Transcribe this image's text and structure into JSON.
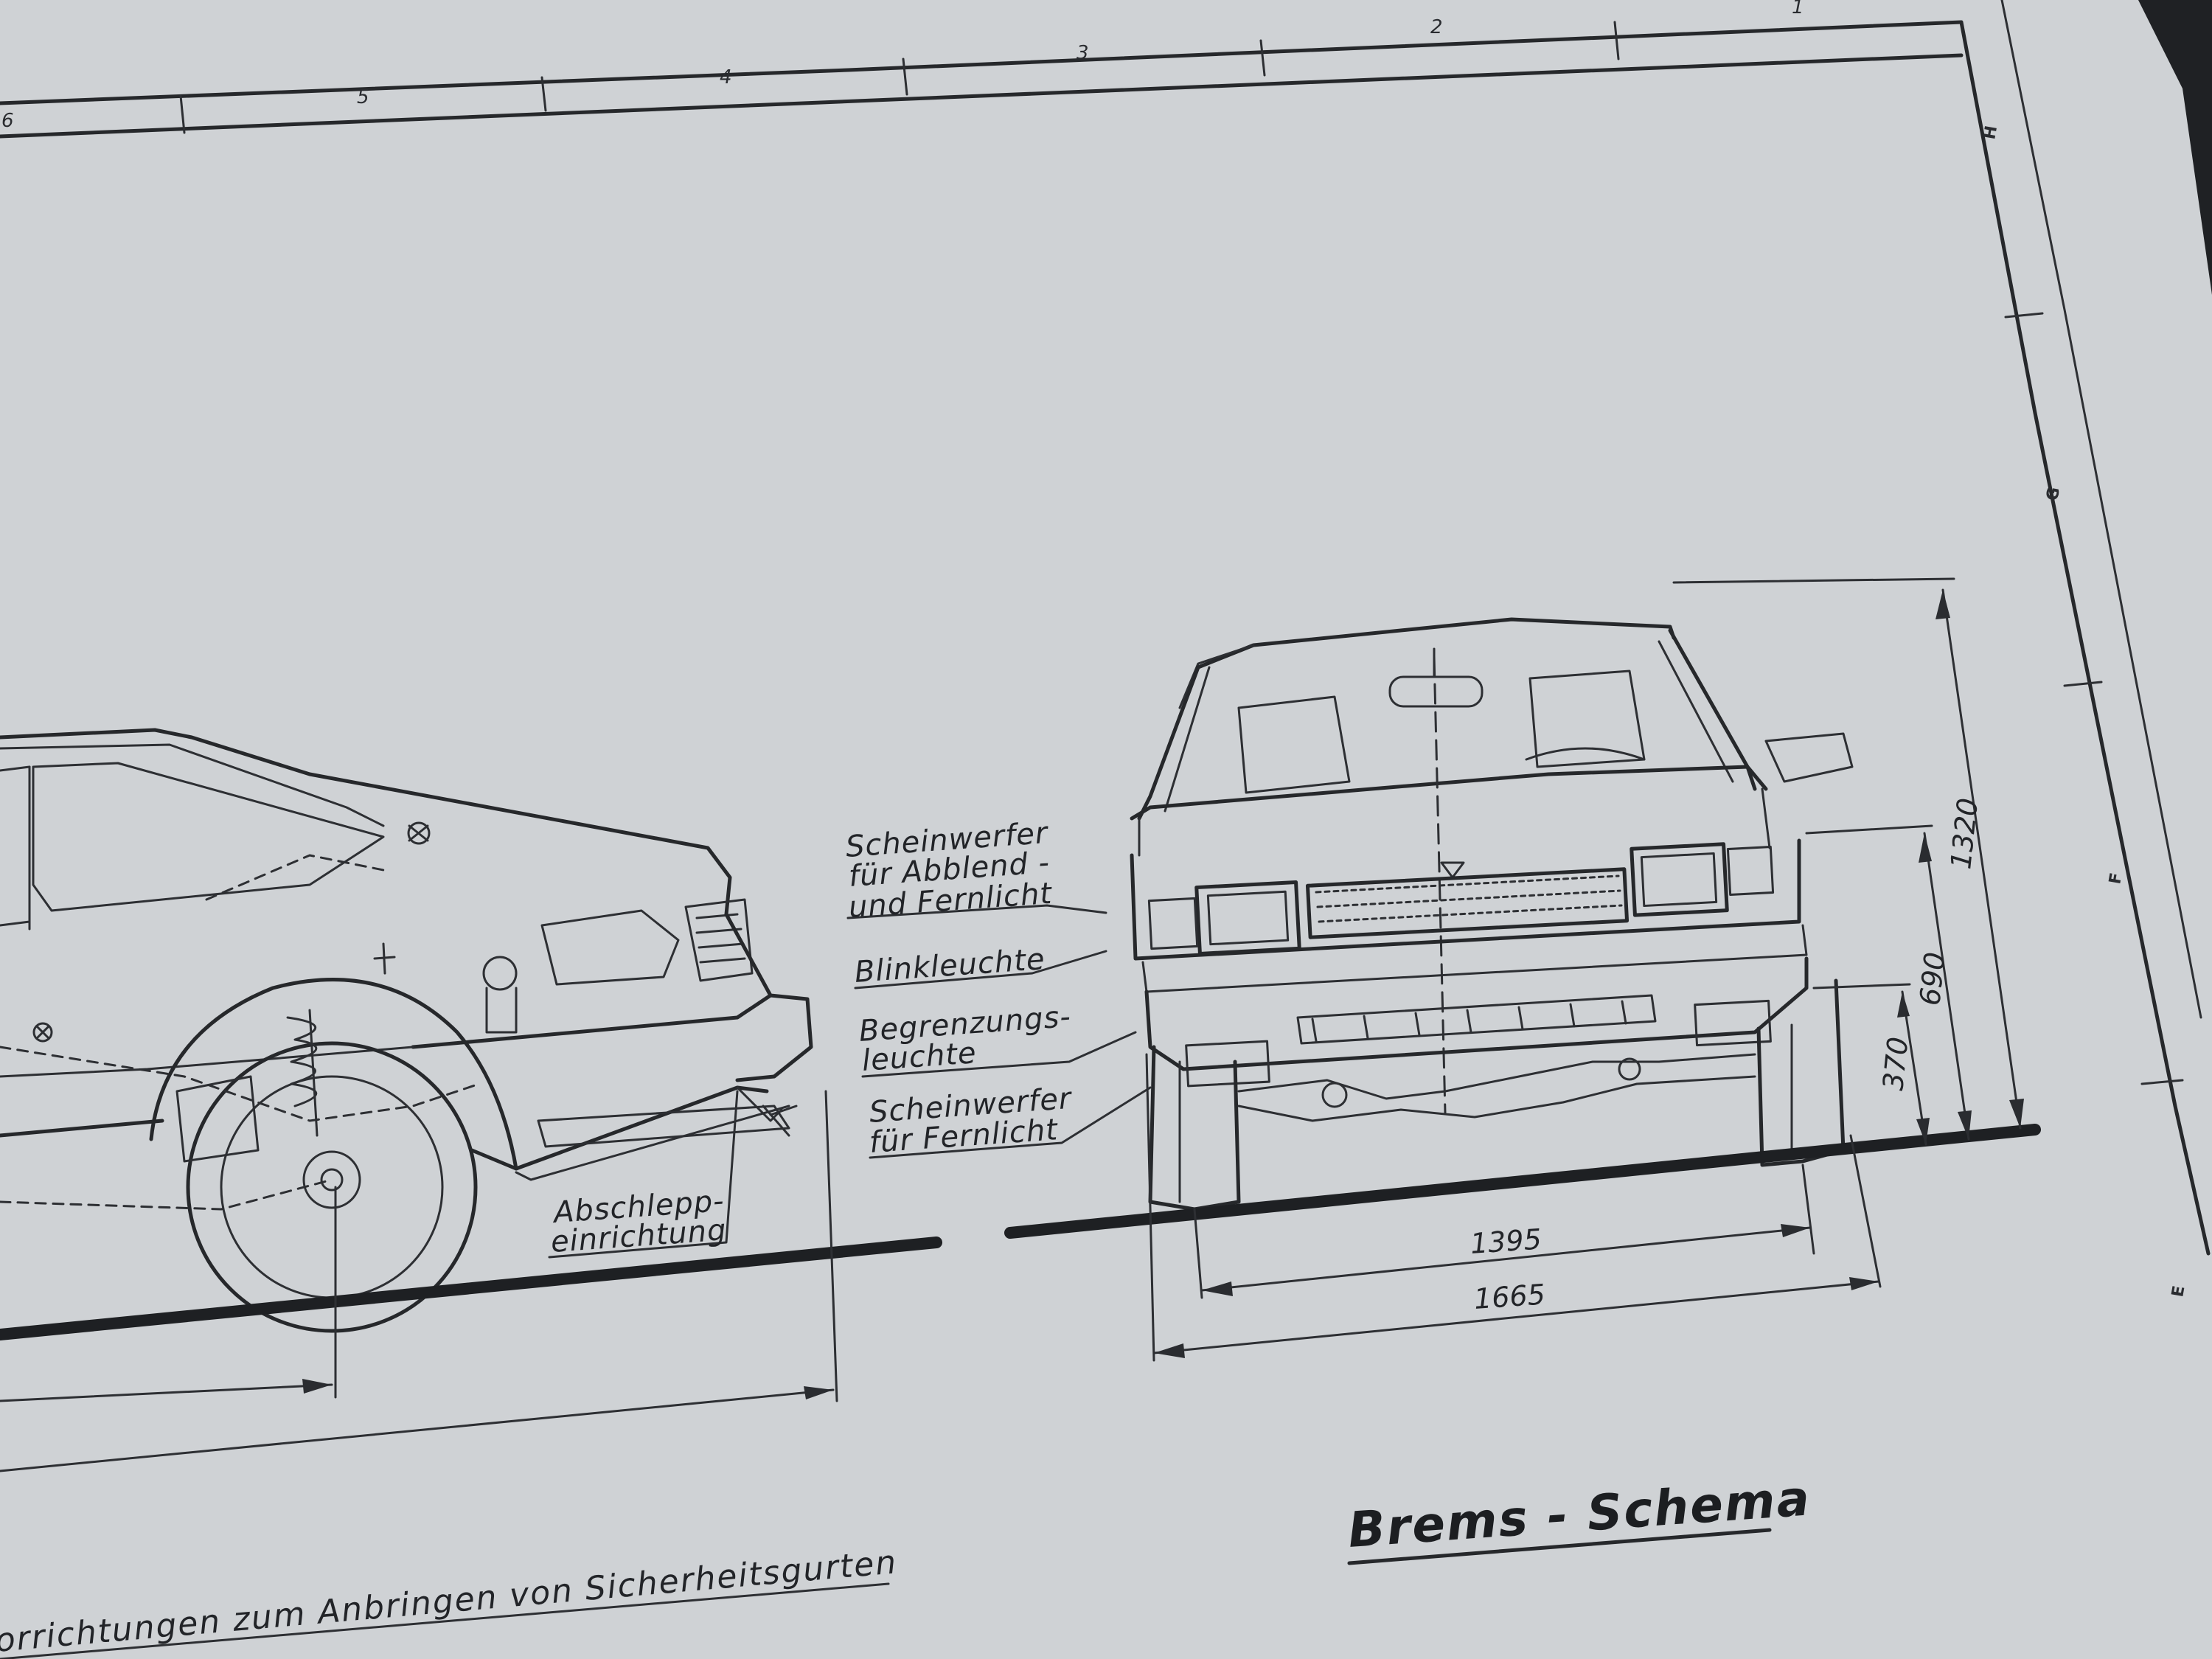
{
  "drawing": {
    "title": "Brems - Schema",
    "bottom_caption": "orrichtungen zum Anbringen von Sicherheitsgurten",
    "frame_columns": [
      "6",
      "5",
      "4",
      "3",
      "2",
      "1"
    ],
    "frame_rows": [
      "H",
      "G",
      "F",
      "E"
    ]
  },
  "callouts": {
    "headlamp_1": "Scheinwerfer",
    "headlamp_2": "für Abblend -",
    "headlamp_3": "und Fernlicht",
    "indicator": "Blinkleuchte",
    "sidelight_1": "Begrenzungs-",
    "sidelight_2": "leuchte",
    "highbeam_1": "Scheinwerfer",
    "highbeam_2": "für Fernlicht",
    "towing_1": "Abschlepp-",
    "towing_2": "einrichtung"
  },
  "dimensions": {
    "track_front": "1395",
    "overall_width": "1665",
    "overall_height": "1320",
    "headlamp_height": "690",
    "lower_height": "370"
  }
}
